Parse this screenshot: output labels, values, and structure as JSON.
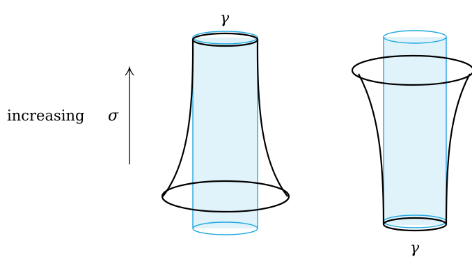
{
  "diagram": {
    "axis_label": {
      "text": "increasing",
      "symbol": "σ"
    },
    "left_figure": {
      "curve_label": "γ"
    },
    "right_figure": {
      "curve_label": "γ"
    },
    "colors": {
      "cylinder_stroke": "#1fa8e0",
      "cylinder_fill": "#e1f3fa",
      "surface_stroke": "#000000"
    }
  }
}
